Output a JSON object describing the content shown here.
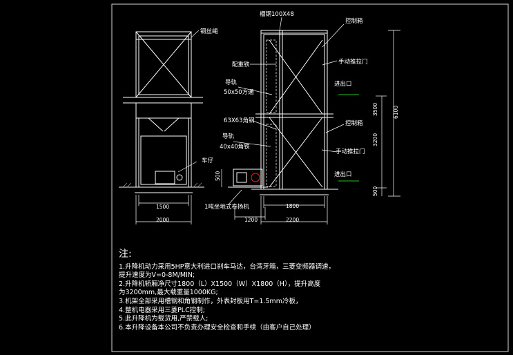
{
  "colors": {
    "background": "#000000",
    "lines": "#ffffff",
    "frame": "#d8d8d8",
    "dimension": "#ffffff",
    "accent_red": "#ff2020",
    "accent_green": "#20c020"
  },
  "labels": {
    "steel_rope": "钢丝绳",
    "counterweight": "配重铁",
    "guide_rail_1": "导轨",
    "guide_rail_1_spec": "50x50方通",
    "angle_steel": "63X63角钢",
    "guide_rail_2": "导轨",
    "guide_rail_2_spec": "40x40角铁",
    "car": "车仔",
    "hoist": "1吨坐地式卷扬机",
    "channel_steel": "槽钢100X48",
    "control_box_top": "控制箱",
    "manual_door_top": "手动推拉门",
    "entry_exit_top": "进出口",
    "control_box_bottom": "控制箱",
    "manual_door_bottom": "手动推拉门",
    "entry_exit_bottom": "进出口"
  },
  "dimensions": {
    "d1500": "1500",
    "d2000": "2000",
    "d1200": "1200",
    "d1800": "1800",
    "d2200": "2200",
    "d500_left": "500",
    "d3500": "3500",
    "d3200": "3200",
    "d500_right": "500",
    "d6100": "6100"
  },
  "notes": {
    "title": "注:",
    "lines": [
      "1.升降机动力采用5HP意大利进口刹车马达，台湾牙箱，三菱变频器调速，",
      "  提升速度为V=0-8M/MIN;",
      "2.升降机轿厢净尺寸1800（L）X1500（W）X1800（H），提升高度",
      "  为3200mm,最大载重量1000KG;",
      "3.机架全部采用槽钢和角钢制作，外表封板用T=1.5mm冷板，",
      "4.整机电器采用三菱PLC控制;",
      "5.此升降机为载货用,严禁载人;",
      "6.本升降设备本公司不负责办理安全检查和手续（由客户自己处理）"
    ]
  }
}
